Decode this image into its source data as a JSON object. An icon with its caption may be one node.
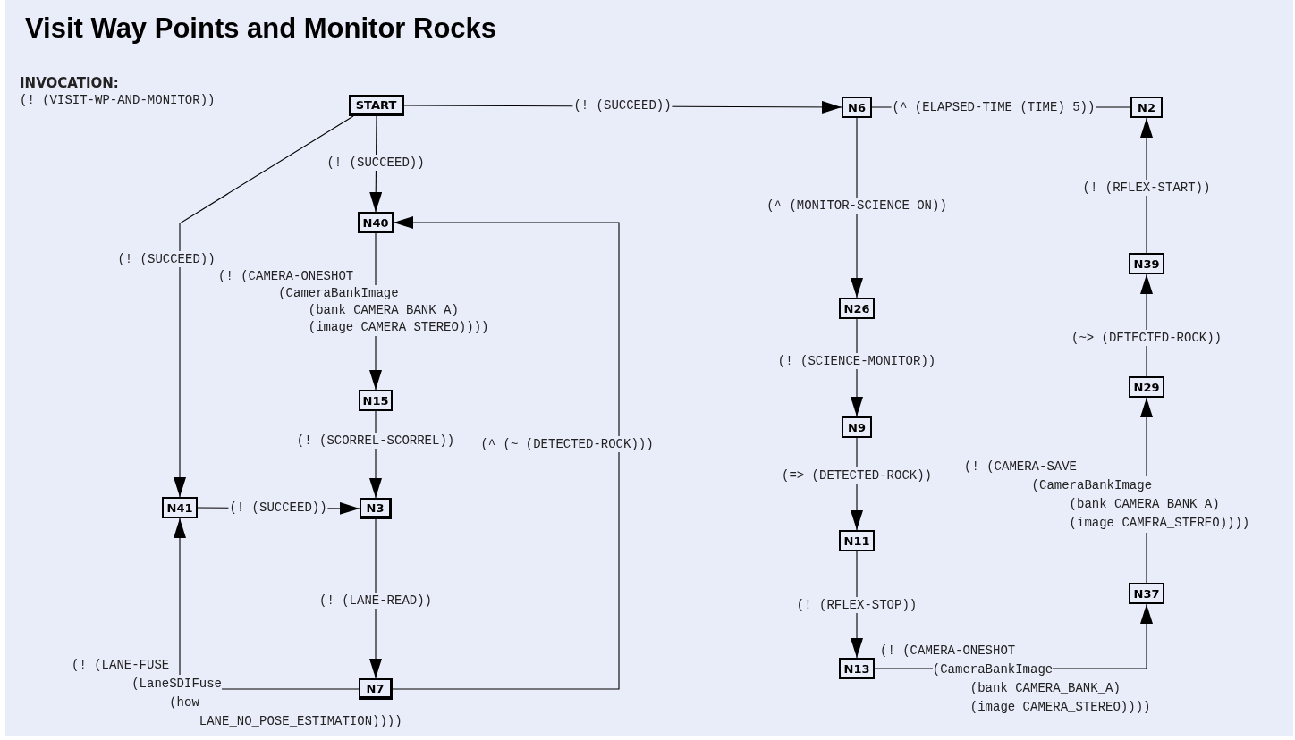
{
  "diagram": {
    "title": "Visit Way Points and Monitor Rocks",
    "nodes": [
      {
        "text": [
          "START"
        ]
      },
      {
        "text": [
          "N6"
        ]
      },
      {
        "text": [
          "N2"
        ]
      },
      {
        "text": [
          "N40"
        ]
      },
      {
        "text": [
          "N26"
        ]
      },
      {
        "text": [
          "N39"
        ]
      },
      {
        "text": [
          "N15"
        ]
      },
      {
        "text": [
          "N29"
        ]
      },
      {
        "text": [
          "N9"
        ]
      },
      {
        "text": [
          "N41"
        ]
      },
      {
        "text": [
          "N3"
        ]
      },
      {
        "text": [
          "N11"
        ]
      },
      {
        "text": [
          "N37"
        ]
      },
      {
        "text": [
          "N7"
        ]
      },
      {
        "text": [
          "N13"
        ]
      }
    ],
    "edges": [
      {
        "from": 0,
        "to": 1,
        "arrow": "to",
        "label": "(! (SUCCEED))"
      },
      {
        "from": 1,
        "to": 2,
        "arrow": "none",
        "label": "(^ (ELAPSED-TIME (TIME) 5))"
      },
      {
        "from": 0,
        "to": 3,
        "arrow": "to",
        "label": "(! (SUCCEED))"
      },
      {
        "from": 0,
        "to": 9,
        "arrow": "to",
        "label": "(! (SUCCEED))"
      },
      {
        "from": 3,
        "to": 6,
        "arrow": "to",
        "label": "(! (CAMERA-ONESHOT (CameraBankImage (bank CAMERA_BANK_A) (image CAMERA_STEREO))))"
      },
      {
        "from": 6,
        "to": 10,
        "arrow": "to",
        "label": "(! (SCORREL-SCORREL))"
      },
      {
        "from": 9,
        "to": 10,
        "arrow": "to",
        "label": "(! (SUCCEED))"
      },
      {
        "from": 10,
        "to": 13,
        "arrow": "to",
        "label": "(! (LANE-READ))"
      },
      {
        "from": 13,
        "to": 9,
        "arrow": "to",
        "label": "(! (LANE-FUSE (LaneSDIFuse (how LANE_NO_POSE_ESTIMATION))))"
      },
      {
        "from": 13,
        "to": 3,
        "arrow": "to",
        "label": "(^ (~ (DETECTED-ROCK)))"
      },
      {
        "from": 1,
        "to": 4,
        "arrow": "to",
        "label": "(^ (MONITOR-SCIENCE ON))"
      },
      {
        "from": 4,
        "to": 8,
        "arrow": "to",
        "label": "(! (SCIENCE-MONITOR))"
      },
      {
        "from": 8,
        "to": 11,
        "arrow": "to",
        "label": "(=> (DETECTED-ROCK))"
      },
      {
        "from": 11,
        "to": 14,
        "arrow": "to",
        "label": "(! (RFLEX-STOP))"
      },
      {
        "from": 14,
        "to": 12,
        "arrow": "to",
        "label": "(! (CAMERA-ONESHOT (CameraBankImage (bank CAMERA_BANK_A) (image CAMERA_STEREO))))"
      },
      {
        "from": 12,
        "to": 7,
        "arrow": "to",
        "label": "(! (CAMERA-SAVE (CameraBankImage (bank CAMERA_BANK_A) (image CAMERA_STEREO))))"
      },
      {
        "from": 7,
        "to": 5,
        "arrow": "to",
        "label": "(~> (DETECTED-ROCK))"
      },
      {
        "from": 5,
        "to": 2,
        "arrow": "to",
        "label": "(! (RFLEX-START))"
      }
    ],
    "labels": [
      "INVOCATION:",
      "(! (VISIT-WP-AND-MONITOR))"
    ]
  }
}
